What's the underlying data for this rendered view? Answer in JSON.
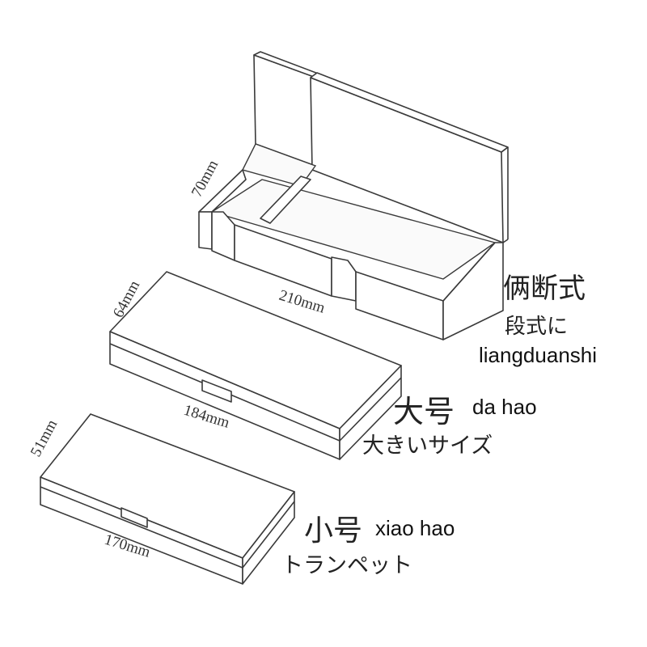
{
  "boxes": {
    "two_section": {
      "height_label": "70mm",
      "length_label": "210mm",
      "name_zh": "俩断式",
      "name_ja": "段式に",
      "name_pinyin": "liangduanshi"
    },
    "large": {
      "height_label": "64mm",
      "length_label": "184mm",
      "name_zh": "大号",
      "name_pinyin": "da hao",
      "name_ja": "大きいサイズ"
    },
    "small": {
      "height_label": "51mm",
      "length_label": "170mm",
      "name_zh": "小号",
      "name_pinyin": "xiao hao",
      "name_ja": "トランペット"
    }
  }
}
